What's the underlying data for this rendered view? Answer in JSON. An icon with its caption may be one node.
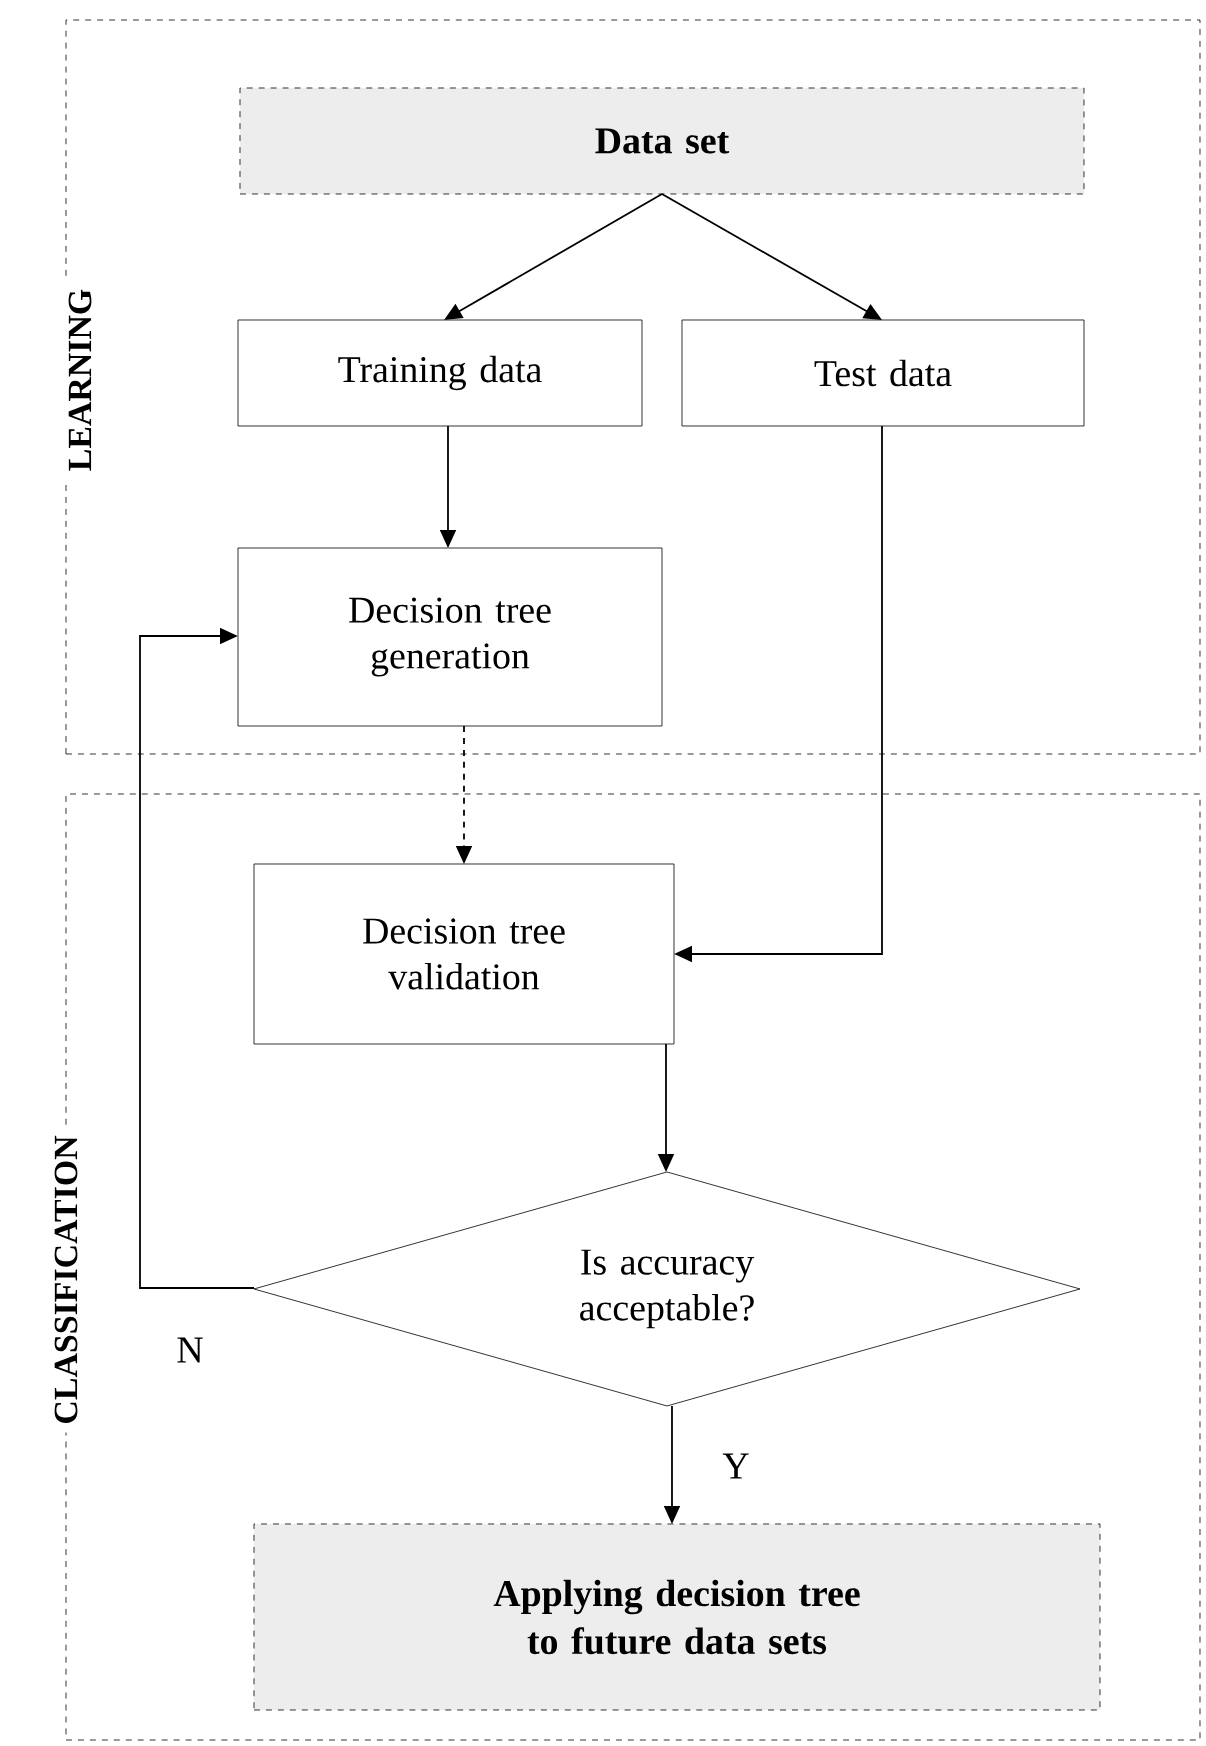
{
  "diagram": {
    "nodes": [
      {
        "text": [
          "LEARNING"
        ]
      },
      {
        "text": [
          "Data set"
        ],
        "in": 0
      },
      {
        "text": [
          "Training  data"
        ],
        "in": 0
      },
      {
        "text": [
          "Test data"
        ],
        "in": 0
      },
      {
        "text": [
          "Decision tree generation"
        ],
        "in": 0
      },
      {
        "text": [
          "CLASSIFICATION"
        ]
      },
      {
        "text": [
          "Decision tree validation"
        ],
        "in": 5
      },
      {
        "text": [
          "Is accuracy acceptable?"
        ],
        "in": 5
      },
      {
        "text": [
          "Applying decision tree to future data sets"
        ],
        "in": 5
      }
    ],
    "edges": [
      {
        "from": 1,
        "to": 2,
        "arrow": "to"
      },
      {
        "from": 1,
        "to": 3,
        "arrow": "to"
      },
      {
        "from": 2,
        "to": 4,
        "arrow": "to"
      },
      {
        "from": 3,
        "to": 6,
        "arrow": "to"
      },
      {
        "from": 4,
        "to": 6,
        "arrow": "to",
        "style": "dashed"
      },
      {
        "from": 6,
        "to": 7,
        "arrow": "to"
      },
      {
        "from": 7,
        "to": 4,
        "arrow": "to",
        "label": "N"
      },
      {
        "from": 7,
        "to": 8,
        "arrow": "to",
        "label": "Y"
      }
    ]
  }
}
